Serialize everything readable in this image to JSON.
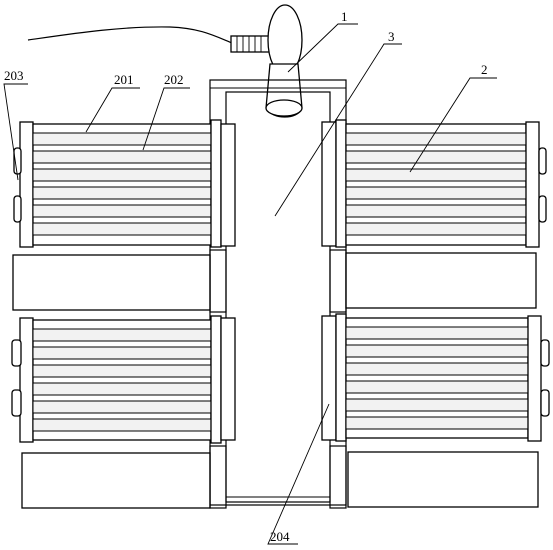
{
  "labels": {
    "l1": "1",
    "l2": "2",
    "l3": "3",
    "l201": "201",
    "l202": "202",
    "l203": "203",
    "l204": "204"
  }
}
